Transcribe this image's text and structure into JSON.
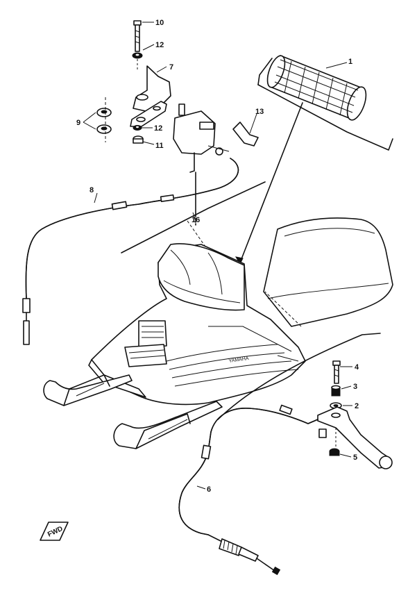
{
  "diagram": {
    "brand_decal": "YAMAHA",
    "fwd_badge": "FWD",
    "callouts": [
      {
        "id": "c1",
        "label": "1"
      },
      {
        "id": "c2",
        "label": "2"
      },
      {
        "id": "c3",
        "label": "3"
      },
      {
        "id": "c4",
        "label": "4"
      },
      {
        "id": "c5",
        "label": "5"
      },
      {
        "id": "c6",
        "label": "6"
      },
      {
        "id": "c7",
        "label": "7"
      },
      {
        "id": "c8",
        "label": "8"
      },
      {
        "id": "c9",
        "label": "9"
      },
      {
        "id": "c10",
        "label": "10"
      },
      {
        "id": "c11",
        "label": "11"
      },
      {
        "id": "c12a",
        "label": "12"
      },
      {
        "id": "c12b",
        "label": "12"
      },
      {
        "id": "c13",
        "label": "13"
      },
      {
        "id": "c16",
        "label": "16"
      }
    ]
  }
}
